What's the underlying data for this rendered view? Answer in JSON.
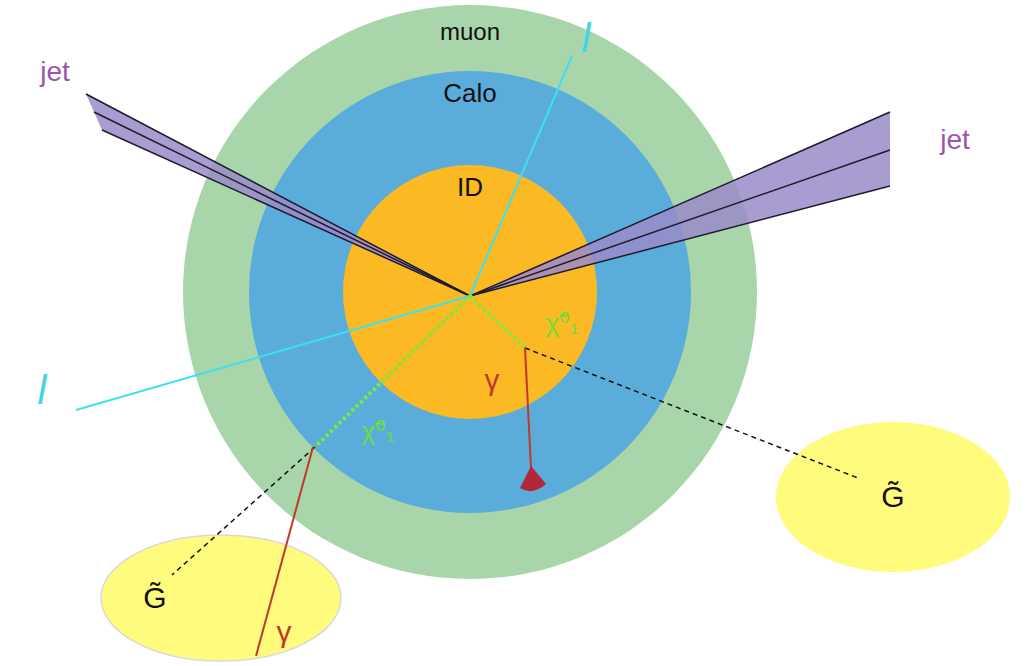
{
  "diagram": {
    "nodes": [
      {
        "text": [
          "muon"
        ]
      },
      {
        "text": [
          "Calo"
        ],
        "in": 0
      },
      {
        "text": [
          "ID"
        ],
        "in": 1
      },
      {
        "text": [
          "G̃"
        ]
      },
      {
        "text": [
          "G̃",
          "γ"
        ]
      }
    ],
    "labels": [
      "jet",
      "l",
      "jet",
      "χ̃⁰₁",
      "l",
      "γ",
      "χ̃⁰₁"
    ]
  }
}
